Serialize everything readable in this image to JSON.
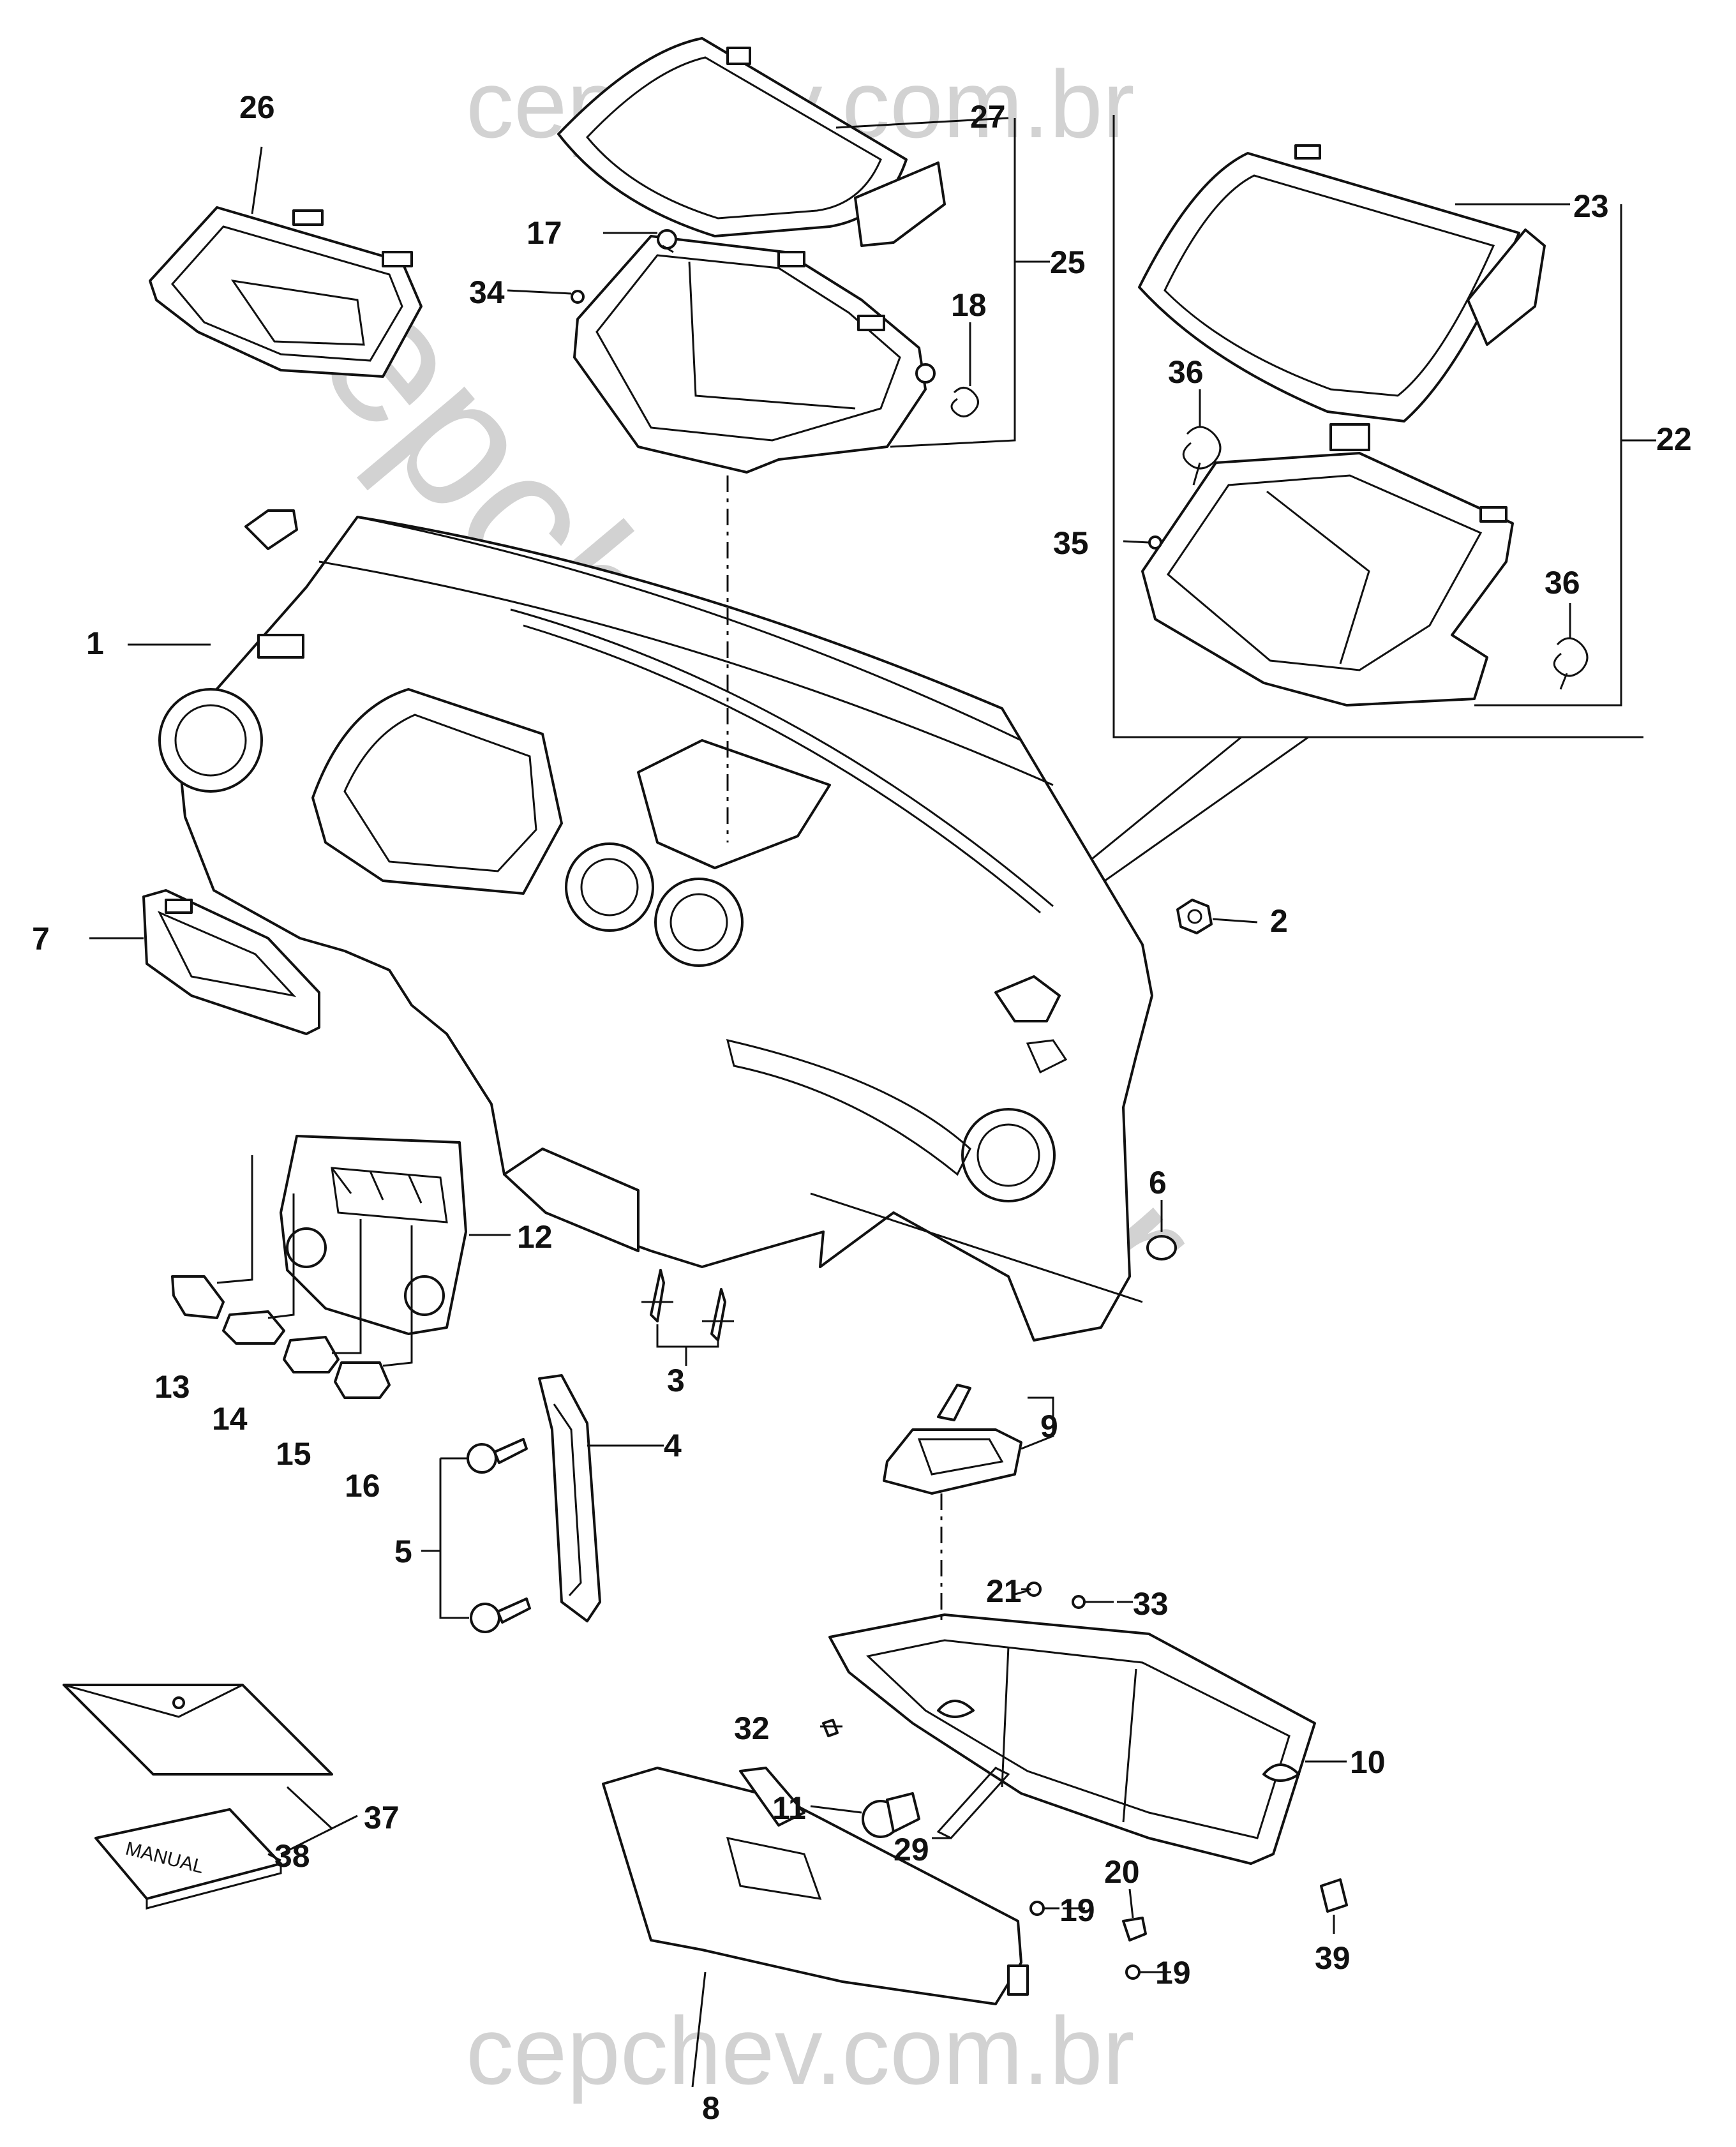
{
  "watermark": {
    "top": "cepchev.com.br",
    "bottom": "cepchev.com.br",
    "diagonal": "cepchev.com.br",
    "color": "#d2d2d2"
  },
  "manual_label": "MANUAL",
  "callouts": {
    "c1": "1",
    "c2": "2",
    "c3": "3",
    "c4": "4",
    "c5": "5",
    "c6": "6",
    "c7": "7",
    "c8": "8",
    "c9": "9",
    "c10": "10",
    "c11": "11",
    "c12": "12",
    "c13": "13",
    "c14": "14",
    "c15": "15",
    "c16": "16",
    "c17": "17",
    "c18": "18",
    "c19a": "19",
    "c19b": "19",
    "c20": "20",
    "c21": "21",
    "c22": "22",
    "c23": "23",
    "c25": "25",
    "c26": "26",
    "c27": "27",
    "c29": "29",
    "c32": "32",
    "c33": "33",
    "c34": "34",
    "c35": "35",
    "c36a": "36",
    "c36b": "36",
    "c37": "37",
    "c38": "38",
    "c39": "39"
  }
}
